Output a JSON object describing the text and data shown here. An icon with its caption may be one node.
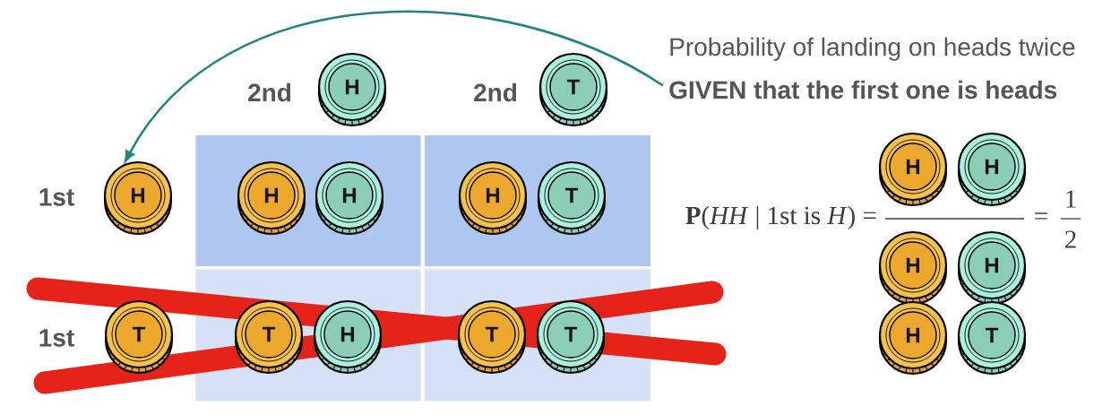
{
  "diagram": {
    "nodes": [
      {
        "text": [
          "Probability of landing on heads twice",
          "GIVEN that the first one is heads"
        ]
      },
      {
        "text": [
          "H"
        ]
      },
      {
        "text": [
          "T"
        ]
      },
      {
        "text": [
          "H"
        ]
      },
      {
        "text": [
          "T"
        ]
      },
      {
        "text": [],
        "shape": "box"
      },
      {
        "text": [
          "H"
        ],
        "in": 5
      },
      {
        "text": [
          "H"
        ],
        "in": 5
      },
      {
        "text": [],
        "shape": "box"
      },
      {
        "text": [
          "H"
        ],
        "in": 8
      },
      {
        "text": [
          "T"
        ],
        "in": 8
      },
      {
        "text": [],
        "shape": "box"
      },
      {
        "text": [
          "T"
        ],
        "in": 11
      },
      {
        "text": [
          "H"
        ],
        "in": 11
      },
      {
        "text": [],
        "shape": "box"
      },
      {
        "text": [
          "T"
        ],
        "in": 14
      },
      {
        "text": [
          "T"
        ],
        "in": 14
      },
      {
        "text": [
          "H"
        ]
      },
      {
        "text": [
          "H"
        ]
      },
      {
        "text": [
          "H"
        ]
      },
      {
        "text": [
          "H"
        ]
      },
      {
        "text": [
          "H"
        ]
      },
      {
        "text": [
          "T"
        ]
      }
    ],
    "edges": [
      {
        "from": 0,
        "to": 3,
        "arrow": "to"
      }
    ],
    "labels": [
      "2nd",
      "2nd",
      "1st",
      "**P**(*HH* | 1st is *H*) =",
      "=",
      "1",
      "2",
      "1st"
    ]
  }
}
